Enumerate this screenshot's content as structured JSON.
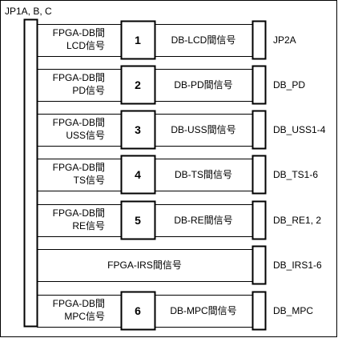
{
  "colors": {
    "stroke": "#000000",
    "fill": "#ffffff"
  },
  "main_label": "JP1A, B, C",
  "rows": [
    {
      "left_line1": "FPGA-DB間",
      "left_line2": "LCD信号",
      "number": "1",
      "mid": "DB-LCD間信号",
      "right": "JP2A"
    },
    {
      "left_line1": "FPGA-DB間",
      "left_line2": "PD信号",
      "number": "2",
      "mid": "DB-PD間信号",
      "right": "DB_PD"
    },
    {
      "left_line1": "FPGA-DB間",
      "left_line2": "USS信号",
      "number": "3",
      "mid": "DB-USS間信号",
      "right": "DB_USS1-4"
    },
    {
      "left_line1": "FPGA-DB間",
      "left_line2": "TS信号",
      "number": "4",
      "mid": "DB-TS間信号",
      "right": "DB_TS1-6"
    },
    {
      "left_line1": "FPGA-DB間",
      "left_line2": "RE信号",
      "number": "5",
      "mid": "DB-RE間信号",
      "right": "DB_RE1, 2"
    },
    {
      "full": "FPGA-IRS間信号",
      "right": "DB_IRS1-6"
    },
    {
      "left_line1": "FPGA-DB間",
      "left_line2": "MPC信号",
      "number": "6",
      "mid": "DB-MPC間信号",
      "right": "DB_MPC"
    }
  ]
}
